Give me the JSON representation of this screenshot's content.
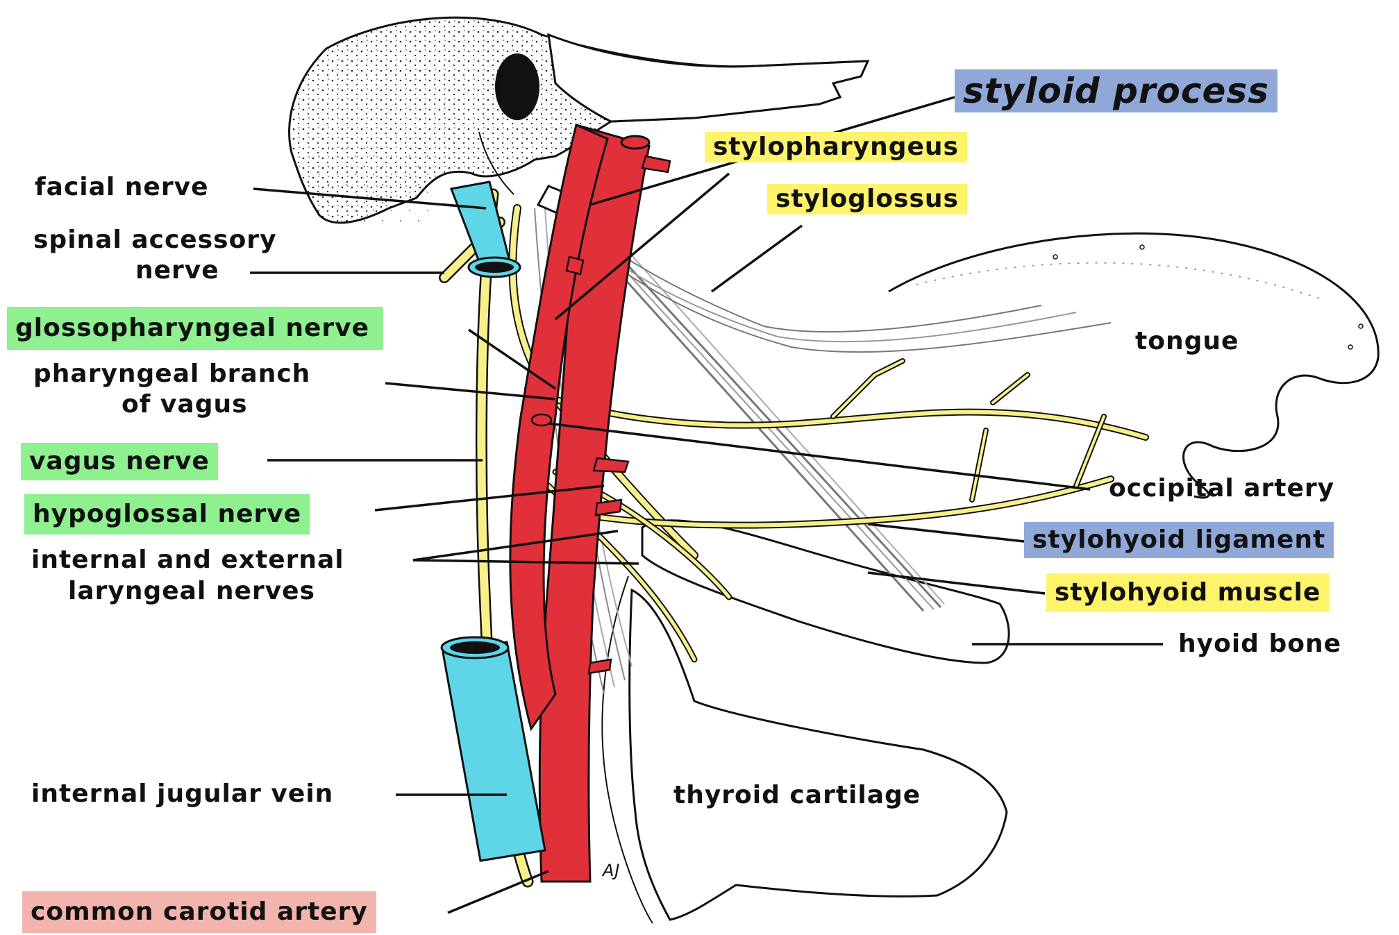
{
  "colors": {
    "artery": "#e0303a",
    "vein": "#5fd6e8",
    "nerve": "#f7ef8a",
    "outline": "#111111",
    "highlight_green": "#8ff08f",
    "highlight_yellow": "#fff36b",
    "highlight_blue": "#8fa8d8",
    "highlight_pink": "#f3b4ae"
  },
  "labels": {
    "styloid_process": "styloid process",
    "stylopharyngeus": "stylopharyngeus",
    "styloglossus": "styloglossus",
    "facial_nerve": "facial nerve",
    "spinal_accessory_1": "spinal accessory",
    "spinal_accessory_2": "nerve",
    "glossopharyngeal_nerve": "glossopharyngeal nerve",
    "pharyngeal_branch_1": "pharyngeal branch",
    "pharyngeal_branch_2": "of vagus",
    "vagus_nerve": "vagus nerve",
    "hypoglossal_nerve": "hypoglossal nerve",
    "laryngeal_1": "internal and external",
    "laryngeal_2": "laryngeal nerves",
    "internal_jugular_vein": "internal jugular vein",
    "common_carotid_artery": "common carotid artery",
    "tongue": "tongue",
    "occipital_artery": "occipital artery",
    "stylohyoid_ligament": "stylohyoid ligament",
    "stylohyoid_muscle": "stylohyoid muscle",
    "hyoid_bone": "hyoid bone",
    "thyroid_cartilage": "thyroid cartilage",
    "signature": "AJ"
  }
}
